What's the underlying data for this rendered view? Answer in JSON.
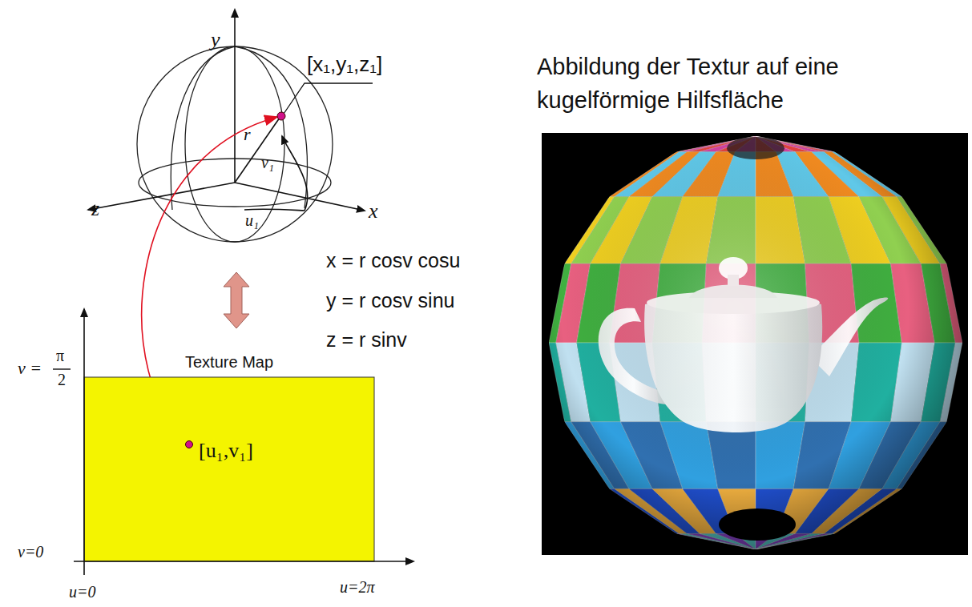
{
  "diagram": {
    "title": "Abbildung der Textur auf eine kugelförmige Hilfsfläche",
    "nodes": [
      {
        "text": [
          "Texture Map",
          "[u₁,v₁]"
        ]
      }
    ],
    "edges": [],
    "labels": [
      "[x₁,y₁,z₁]",
      "y",
      "r",
      "v₁",
      "z",
      "u₁",
      "x",
      "x = r cosv cosu",
      "y = r cosv sinu",
      "z = r sinv",
      "v =",
      "π",
      "2",
      "v=0",
      "u=0",
      "u=2π"
    ]
  }
}
